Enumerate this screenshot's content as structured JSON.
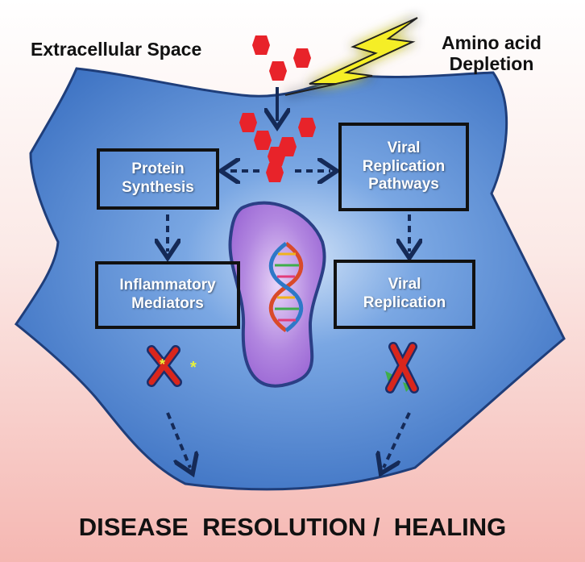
{
  "labels": {
    "extracellular": "Extracellular Space",
    "amino_line1": "Amino acid",
    "amino_line2": "Depletion",
    "footer": "DISEASE  RESOLUTION /  HEALING"
  },
  "boxes": {
    "protein": {
      "line1": "Protein",
      "line2": "Synthesis"
    },
    "viral_pathways": {
      "line1": "Viral",
      "line2": "Replication",
      "line3": "Pathways"
    },
    "inflammatory": {
      "line1": "Inflammatory",
      "line2": "Mediators"
    },
    "viral_replication": {
      "line1": "Viral",
      "line2": "Replication"
    }
  },
  "icons": [
    "amino-acid-hexagon-icon",
    "lightning-bolt-icon",
    "nucleus-icon",
    "dna-helix-icon",
    "cross-mark-icon",
    "arrow-icon"
  ],
  "colors": {
    "cell": "#4f86d4",
    "cell_outline": "#1f3e7a",
    "amino_acid": "#e8232a",
    "lightning": "#f5ee25",
    "nucleus": "#a773d8",
    "cross": "#d9261c",
    "arrow": "#152a57"
  }
}
